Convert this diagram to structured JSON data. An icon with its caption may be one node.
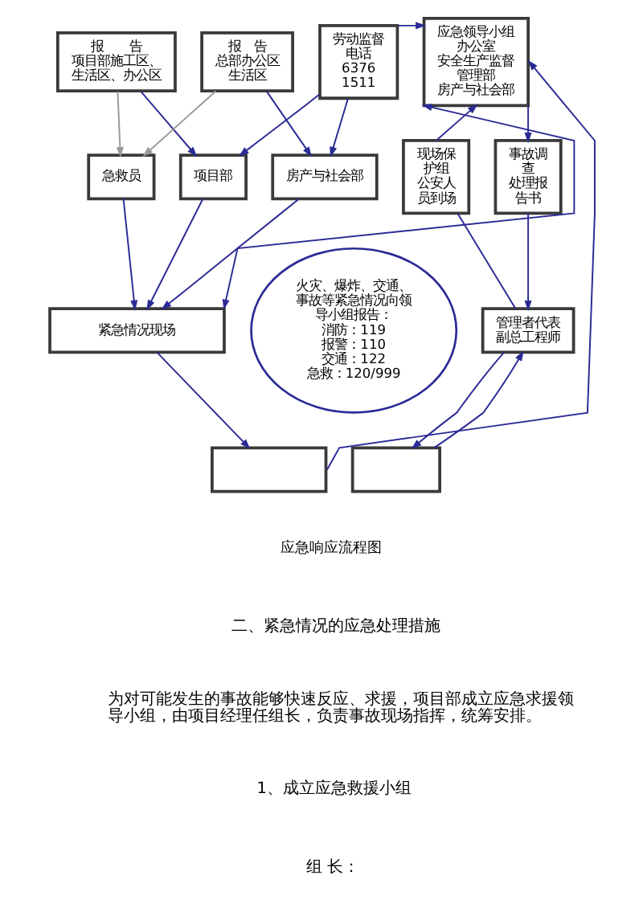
{
  "diagram": {
    "nodes": [
      {
        "text": [
          "报　　告",
          "项目部施工区、生活区、办公区"
        ]
      },
      {
        "text": [
          "报　告",
          "总部办公区",
          "生活区"
        ]
      },
      {
        "text": [
          "劳动监督电话",
          "63761511"
        ]
      },
      {
        "text": [
          "应急领导小组办公室",
          "安全生产监督管理部",
          "房产与社会部"
        ]
      },
      {
        "text": [
          "项目部"
        ]
      },
      {
        "text": [
          "房产与社会部"
        ]
      },
      {
        "text": [
          "急救员"
        ]
      },
      {
        "text": [
          "火灾、爆炸、交通、事故等紧急情况向领导小组报告：",
          "消防：119",
          "报警：110",
          "交通：122",
          "急救：120/999"
        ]
      },
      {
        "text": [
          "紧急情况现场"
        ]
      },
      {
        "text": [
          "现场保护组",
          "公安人员到场"
        ]
      },
      {
        "text": [
          "事故调查",
          "处理报告书"
        ]
      },
      {
        "text": [
          "管理者代表",
          "副总工程师"
        ]
      },
      {
        "text": [],
        "shape": "box"
      },
      {
        "text": [],
        "shape": "box"
      }
    ],
    "edges": [
      {
        "from": 0,
        "to": 4,
        "arrow": "to"
      },
      {
        "from": 1,
        "to": 5,
        "arrow": "to"
      },
      {
        "from": 2,
        "to": 4,
        "arrow": "to"
      },
      {
        "from": 2,
        "to": 5,
        "arrow": "to"
      },
      {
        "from": 2,
        "to": 3,
        "arrow": "to"
      },
      {
        "from": 0,
        "to": 6,
        "arrow": "to",
        "color": "#999999"
      },
      {
        "from": 1,
        "to": 6,
        "arrow": "to",
        "color": "#999999"
      },
      {
        "from": 4,
        "to": 8,
        "arrow": "to"
      },
      {
        "from": 6,
        "to": 8,
        "arrow": "to"
      },
      {
        "from": 5,
        "to": 8,
        "arrow": "to"
      },
      {
        "from": 8,
        "to": 3,
        "arrow": "both"
      },
      {
        "from": 9,
        "to": 3,
        "arrow": "to"
      },
      {
        "from": 3,
        "to": 10,
        "arrow": "to"
      },
      {
        "from": 10,
        "to": 11,
        "arrow": "to"
      },
      {
        "from": 9,
        "to": 11,
        "arrow": "none"
      },
      {
        "from": 8,
        "to": 12,
        "arrow": "to"
      },
      {
        "from": 11,
        "to": 13,
        "arrow": "to"
      },
      {
        "from": 13,
        "to": 11,
        "arrow": "to"
      },
      {
        "from": 12,
        "to": 3,
        "arrow": "to"
      }
    ],
    "labels": [
      "应急响应流程图",
      "二、紧急情况的应急处理措施",
      "为对可能发生的事故能够快速反应、求援，项目部成立应急求援领导小组，由项目经理任组长，负责事故现场指挥，统筹安排。",
      "1、成立应急救援小组",
      "组 长："
    ]
  }
}
